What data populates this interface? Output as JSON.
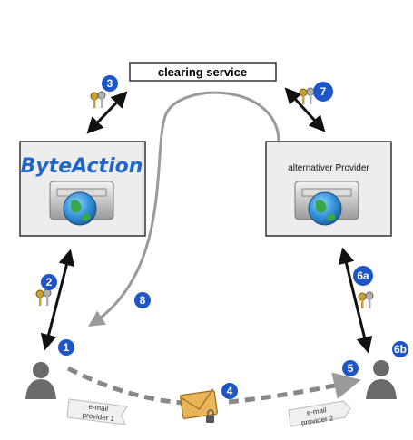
{
  "clearing": {
    "label": "clearing service"
  },
  "left_provider": {
    "brand": "ByteAction",
    "brand_color": "#1f66c8"
  },
  "right_provider": {
    "label": "alternativer Provider"
  },
  "badges": [
    "1",
    "2",
    "3",
    "4",
    "5",
    "6a",
    "6b",
    "7",
    "8"
  ],
  "mail_tags": {
    "left": "e-mail\nprovider 1",
    "right": "e-mail\nprovider 2"
  },
  "colors": {
    "badge": "#1e56c8",
    "arrow": "#111111",
    "gray_arrow": "#9a9a9a",
    "dashed": "#888888",
    "box_fill": "#ededed"
  }
}
